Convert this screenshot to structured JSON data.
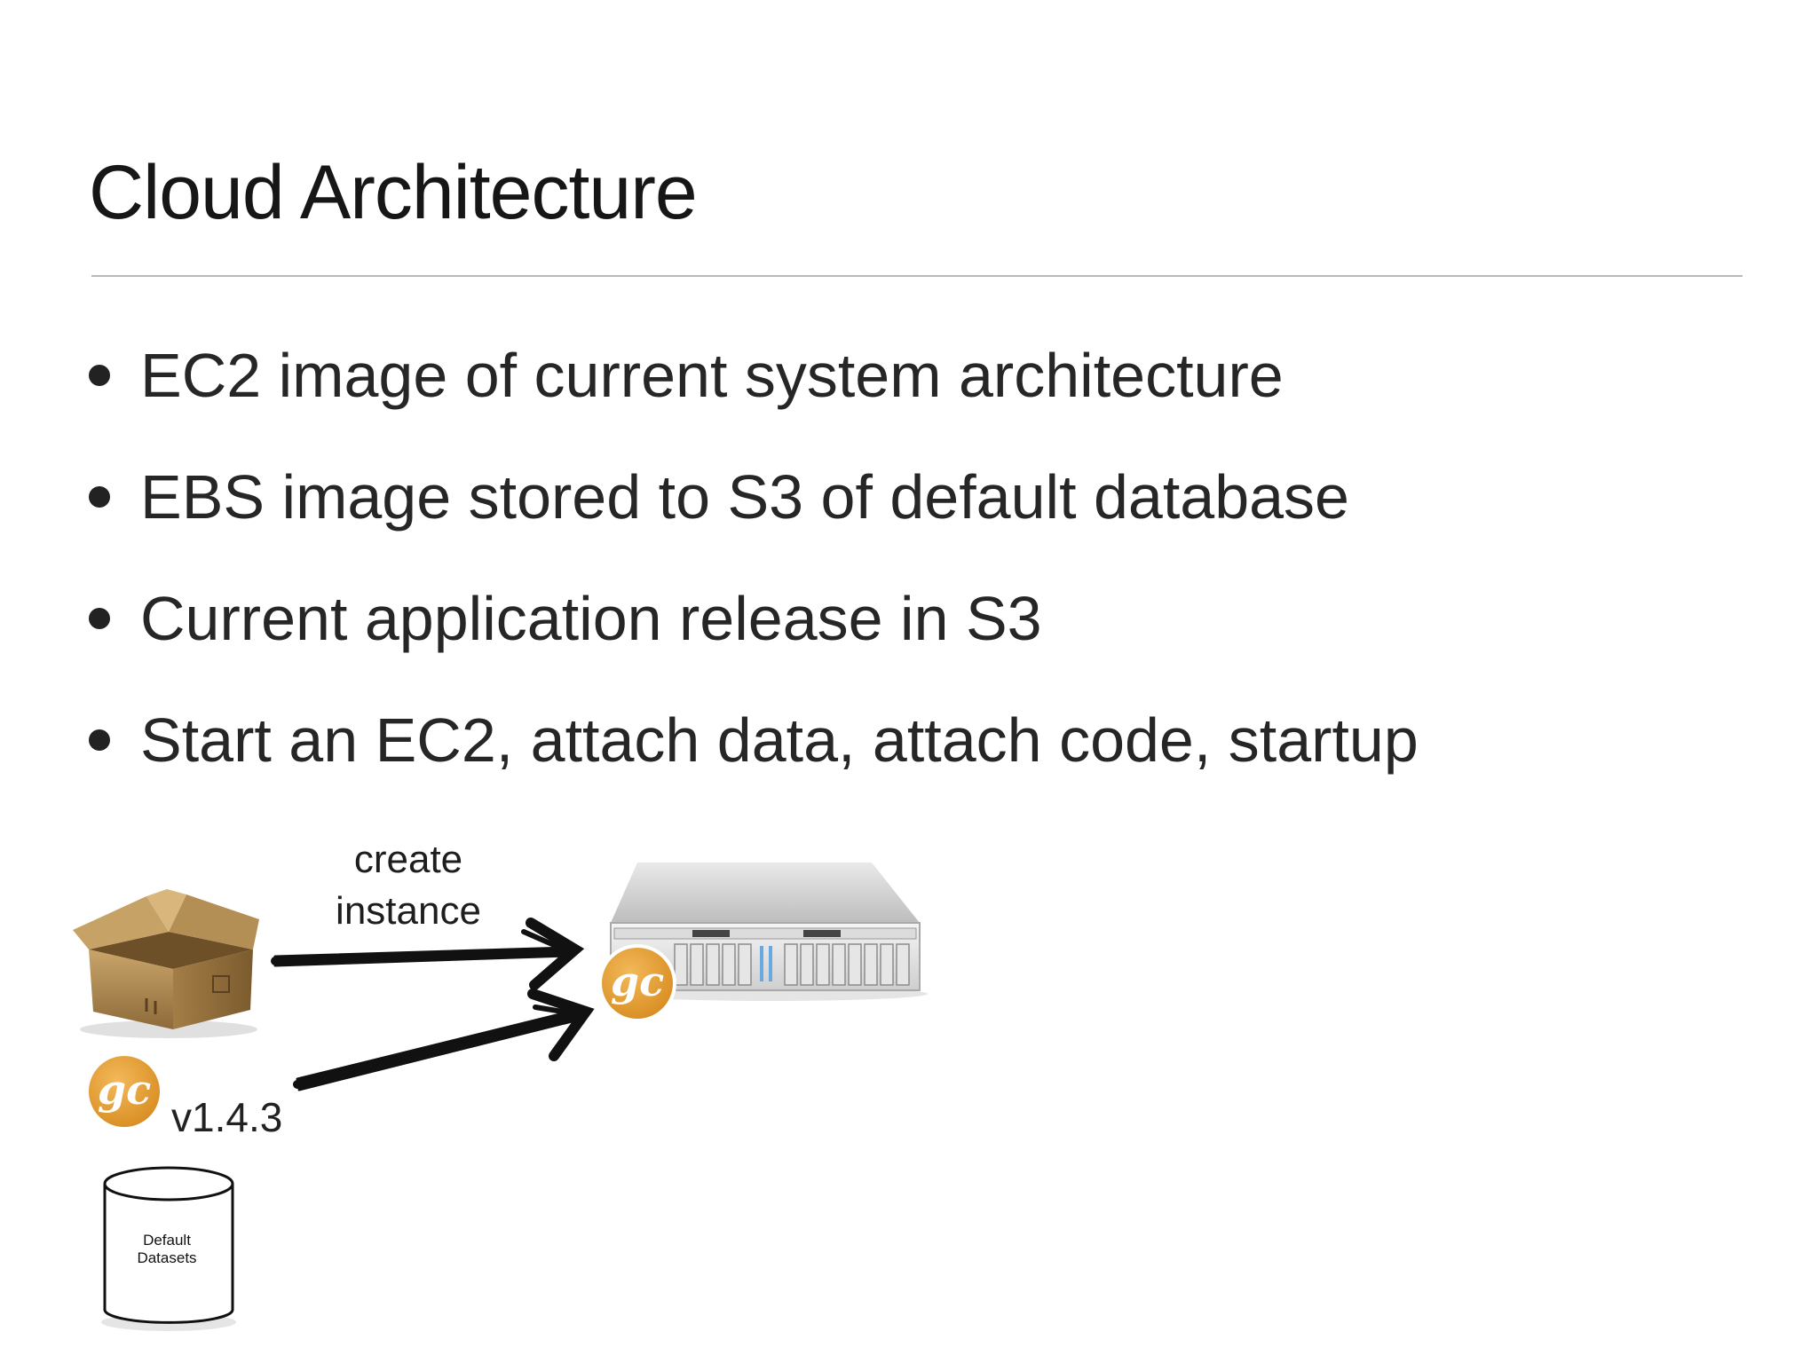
{
  "slide": {
    "title": "Cloud Architecture",
    "bullets": [
      "EC2 image of current system architecture",
      "EBS image stored to S3 of default database",
      "Current application release in S3",
      "Start an EC2, attach data, attach code, startup"
    ]
  },
  "diagram": {
    "arrow_label_line1": "create",
    "arrow_label_line2": "instance",
    "version_label": "v1.4.3",
    "logo_text": "gc",
    "database_label_line1": "Default",
    "database_label_line2": "Datasets",
    "icons": [
      "package-box-icon",
      "gc-logo-icon",
      "database-cylinder-icon",
      "server-rack-icon",
      "arrow-icon"
    ]
  },
  "colors": {
    "logo_orange": "#e8a23a",
    "box_brown": "#b8925a",
    "arrow_black": "#111111",
    "rule_gray": "#b8b8b8"
  }
}
